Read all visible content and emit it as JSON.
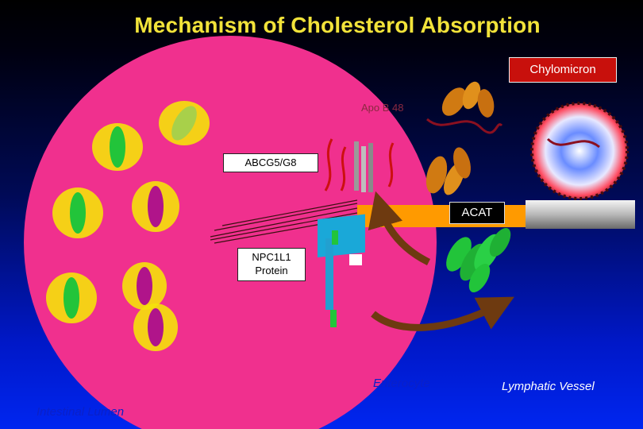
{
  "title": "Mechanism of Cholesterol Absorption",
  "labels": {
    "chylomicron": "Chylomicron",
    "apo_b48": "Apo B 48",
    "abcg5_g8": "ABCG5/G8",
    "acat": "ACAT",
    "npc1l1_line1": "NPC1L1",
    "npc1l1_line2": "Protein",
    "enterocyte": "Enterocyte",
    "lymphatic_vessel": "Lymphatic Vessel",
    "intestinal_lumen": "Intestinal Lumen"
  },
  "colors": {
    "title": "#f2e33a",
    "cell": "#f0308e",
    "conduit": "#ff9a00",
    "chylomicron_box": "#c8100c",
    "green_cholesterol": "#22c43a",
    "purple_micelle": "#b0148a",
    "vessel": "#c8c8c8"
  }
}
